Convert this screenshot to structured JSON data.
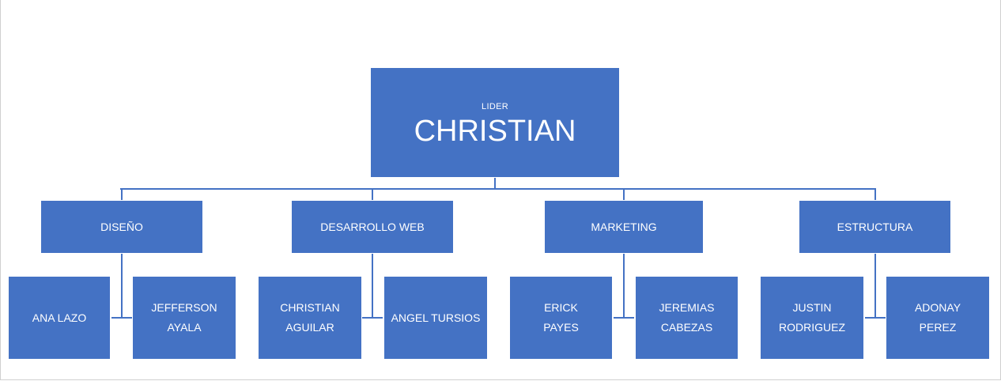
{
  "root": {
    "label": "LIDER",
    "name": "CHRISTIAN"
  },
  "departments": [
    {
      "name": "DISEÑO",
      "members": [
        [
          "ANA LAZO"
        ],
        [
          "JEFFERSON AYALA"
        ]
      ]
    },
    {
      "name": "DESARROLLO WEB",
      "members": [
        [
          "CHRISTIAN",
          "AGUILAR"
        ],
        [
          "ANGEL TURSIOS"
        ]
      ]
    },
    {
      "name": "MARKETING",
      "members": [
        [
          "ERICK",
          "PAYES"
        ],
        [
          "JEREMIAS",
          "CABEZAS"
        ]
      ]
    },
    {
      "name": "ESTRUCTURA",
      "members": [
        [
          "JUSTIN",
          "RODRIGUEZ"
        ],
        [
          "ADONAY",
          "PEREZ"
        ]
      ]
    }
  ],
  "colors": {
    "box": "#4472c4",
    "text": "#ffffff",
    "connector": "#4472c4"
  }
}
